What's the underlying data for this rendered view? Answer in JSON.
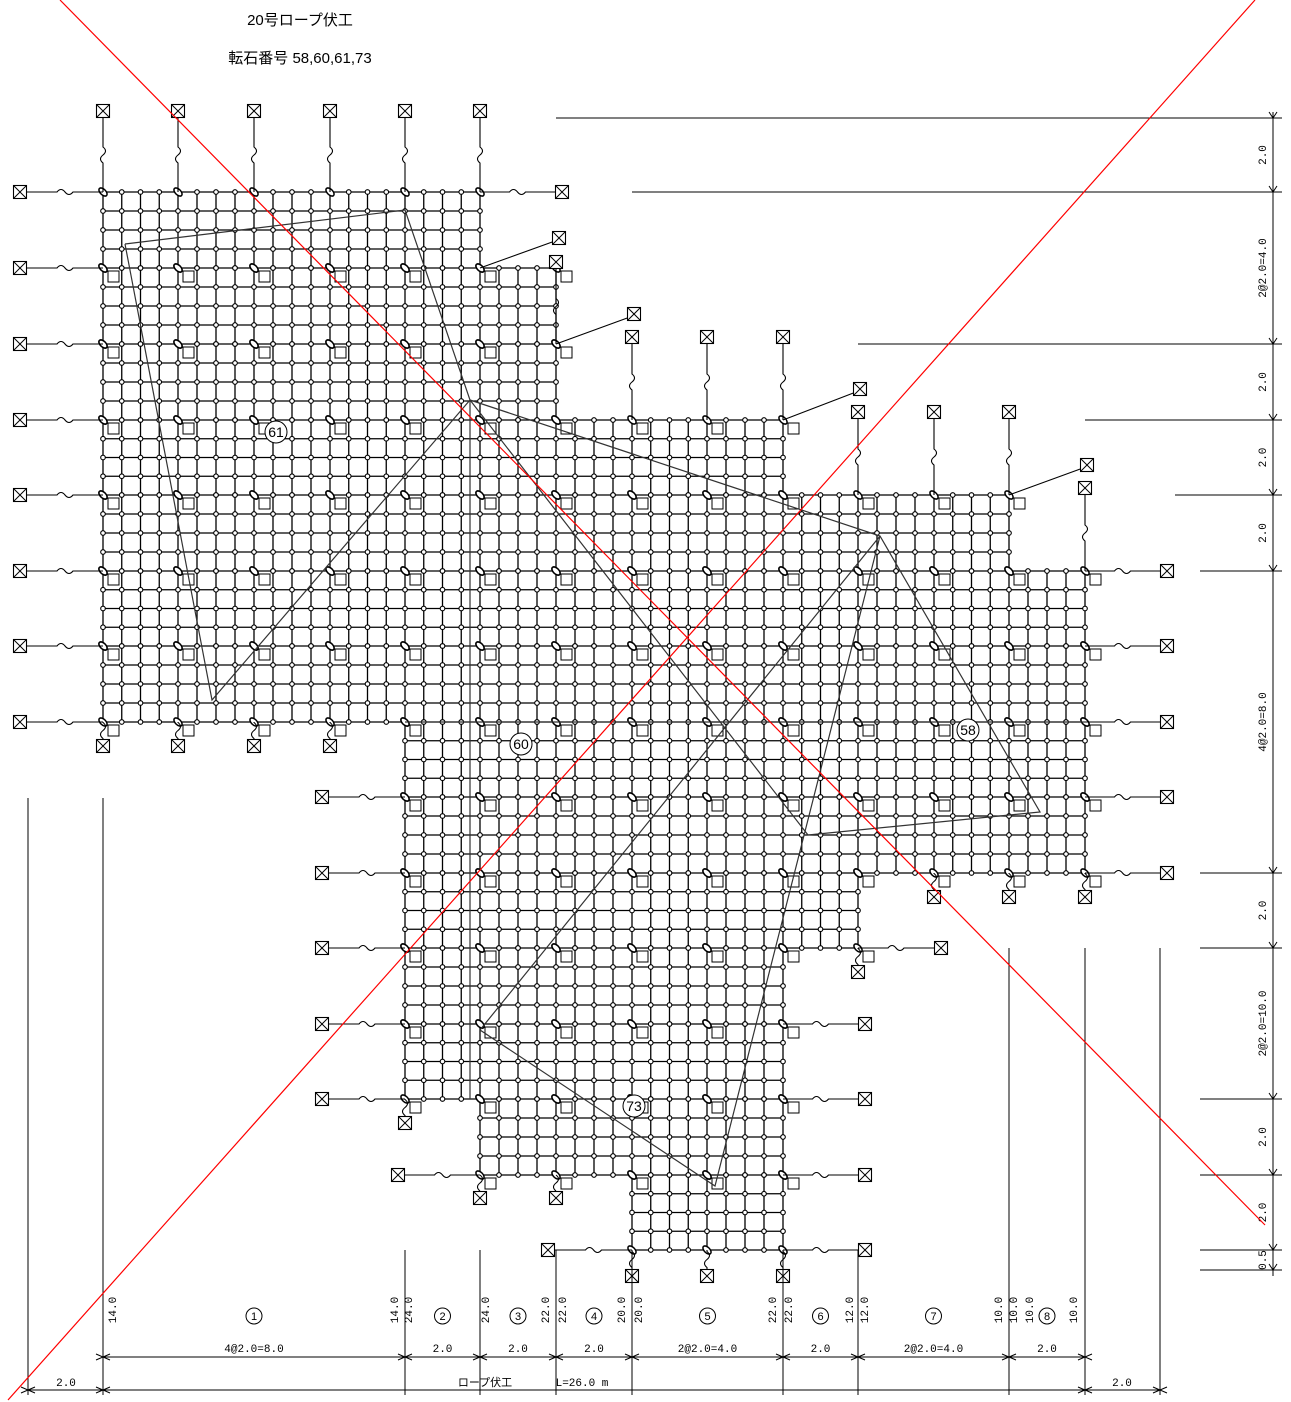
{
  "header": {
    "title": "20号ロープ伏工",
    "subtitle": "転石番号 58,60,61,73"
  },
  "stone_labels": [
    "61",
    "60",
    "58",
    "73"
  ],
  "bottom": {
    "section_numbers": [
      "1",
      "2",
      "3",
      "4",
      "5",
      "6",
      "7",
      "8"
    ],
    "section_dims": [
      "4@2.0=8.0",
      "2.0",
      "2.0",
      "2.0",
      "2@2.0=4.0",
      "2.0",
      "2@2.0=4.0",
      "2.0"
    ],
    "total_label": "ロープ伏工",
    "total_value": "L=26.0 m",
    "left_extra": "2.0",
    "right_extra": "2.0",
    "edge_labels": [
      "14.0",
      "14.0",
      "24.0",
      "24.0",
      "22.0",
      "22.0",
      "20.0",
      "20.0",
      "22.0",
      "22.0",
      "12.0",
      "12.0",
      "10.0",
      "10.0",
      "10.0",
      "10.0"
    ]
  },
  "right_dims": [
    "2.0",
    "2@2.0=4.0",
    "2.0",
    "2.0",
    "2.0",
    "4@2.0=8.0",
    "2.0",
    "2@2.0=10.0",
    "2.0",
    "2.0",
    "0.5"
  ],
  "colors": {
    "line": "#000000",
    "cross": "#ff0000"
  }
}
